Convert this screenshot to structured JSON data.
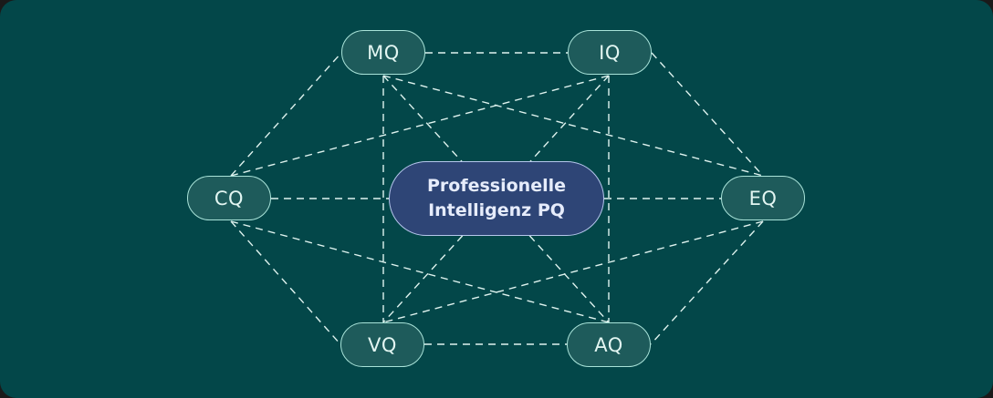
{
  "diagram": {
    "background_color": "#034749",
    "edge_color": "#dff3ef",
    "node_fill": "#1e5b5b",
    "node_border": "#a9e3d9",
    "center_fill": "#2e4576",
    "center_border": "#b6c6ec",
    "center": {
      "id": "PQ",
      "line1": "Professionelle",
      "line2": "Intelligenz PQ"
    },
    "nodes": {
      "MQ": {
        "label": "MQ"
      },
      "IQ": {
        "label": "IQ"
      },
      "CQ": {
        "label": "CQ"
      },
      "EQ": {
        "label": "EQ"
      },
      "VQ": {
        "label": "VQ"
      },
      "AQ": {
        "label": "AQ"
      }
    },
    "edges": [
      [
        "MQ",
        "IQ"
      ],
      [
        "CQ",
        "MQ"
      ],
      [
        "CQ",
        "IQ"
      ],
      [
        "MQ",
        "EQ"
      ],
      [
        "IQ",
        "EQ"
      ],
      [
        "MQ",
        "VQ"
      ],
      [
        "IQ",
        "AQ"
      ],
      [
        "MQ",
        "AQ"
      ],
      [
        "IQ",
        "VQ"
      ],
      [
        "CQ",
        "PQ"
      ],
      [
        "PQ",
        "EQ"
      ],
      [
        "CQ",
        "VQ"
      ],
      [
        "CQ",
        "AQ"
      ],
      [
        "EQ",
        "VQ"
      ],
      [
        "EQ",
        "AQ"
      ],
      [
        "VQ",
        "AQ"
      ]
    ],
    "edge_style": "dashed"
  }
}
